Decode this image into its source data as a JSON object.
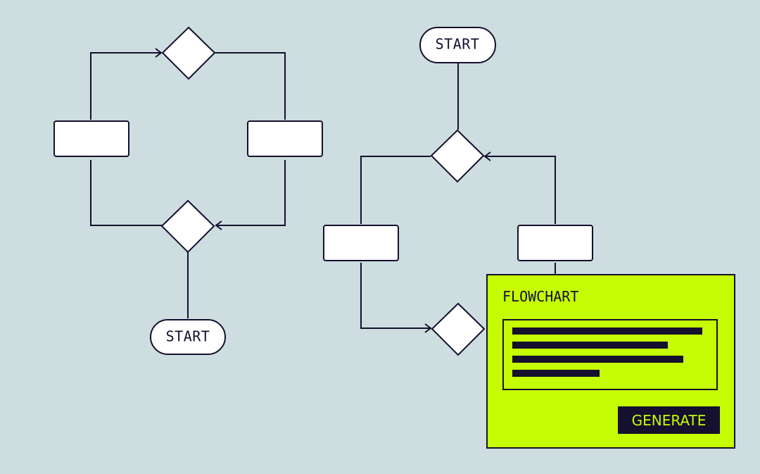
{
  "colors": {
    "background": "#cddde0",
    "stroke": "#14102e",
    "node_fill": "#ffffff",
    "panel": "#c6fc03",
    "button_text": "#c6fc03"
  },
  "diagram_left": {
    "terminal_label": "START"
  },
  "diagram_right": {
    "terminal_label": "START"
  },
  "panel": {
    "title": "FLOWCHART",
    "prompt_lines": [
      1,
      0.82,
      0.9,
      0.46
    ],
    "button_label": "GENERATE"
  }
}
